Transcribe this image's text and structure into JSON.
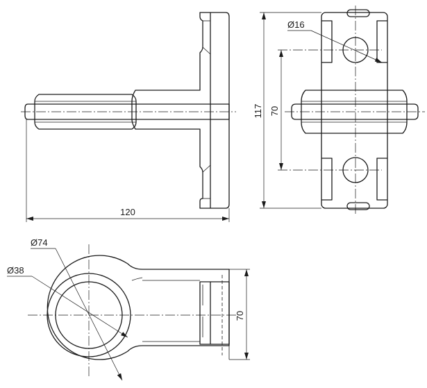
{
  "views": {
    "front": {
      "dimensions": {
        "length": "120"
      }
    },
    "side": {
      "dimensions": {
        "height": "117",
        "pitch": "70",
        "hole": "Ø16"
      }
    },
    "top": {
      "dimensions": {
        "outer": "Ø74",
        "bore": "Ø38",
        "width": "70"
      }
    }
  }
}
